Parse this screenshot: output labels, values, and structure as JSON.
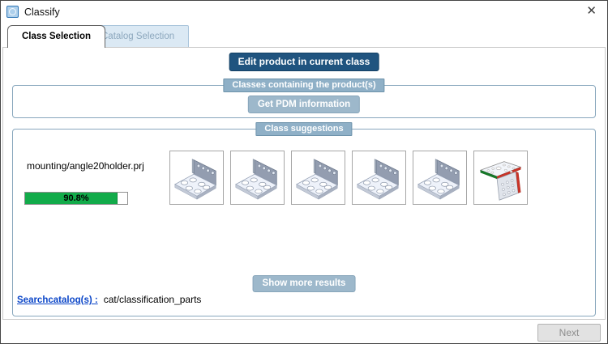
{
  "window": {
    "title": "Classify",
    "close_glyph": "✕"
  },
  "tabs": [
    {
      "label": "Class Selection",
      "active": true
    },
    {
      "label": "Catalog Selection",
      "active": false
    }
  ],
  "actions": {
    "edit_product": "Edit product in current class",
    "get_pdm": "Get PDM information",
    "show_more": "Show more results",
    "next": "Next"
  },
  "groups": {
    "classes_containing": "Classes containing the product(s)",
    "class_suggestions": "Class suggestions"
  },
  "suggestion": {
    "project_name": "mounting/angle20holder.prj",
    "confidence_label": "90.8%",
    "confidence_percent": 90.8,
    "thumbnails": [
      {
        "name": "angle-bracket-isometric"
      },
      {
        "name": "angle-bracket-isometric"
      },
      {
        "name": "angle-bracket-isometric"
      },
      {
        "name": "angle-bracket-isometric"
      },
      {
        "name": "angle-bracket-isometric"
      },
      {
        "name": "angle-bracket-alternate-colored"
      }
    ]
  },
  "footer": {
    "search_catalog_label": "Searchcatalog(s) :",
    "search_catalog_value": "cat/classification_parts"
  },
  "colors": {
    "primary_button": "#20547f",
    "secondary_button": "#9db8cb",
    "legend_background": "#8fb0c7",
    "group_border": "#88a7bd",
    "progress_green": "#12ab4a",
    "link_blue": "#0b46c8",
    "tab_inactive_background": "#dbe9f4"
  }
}
